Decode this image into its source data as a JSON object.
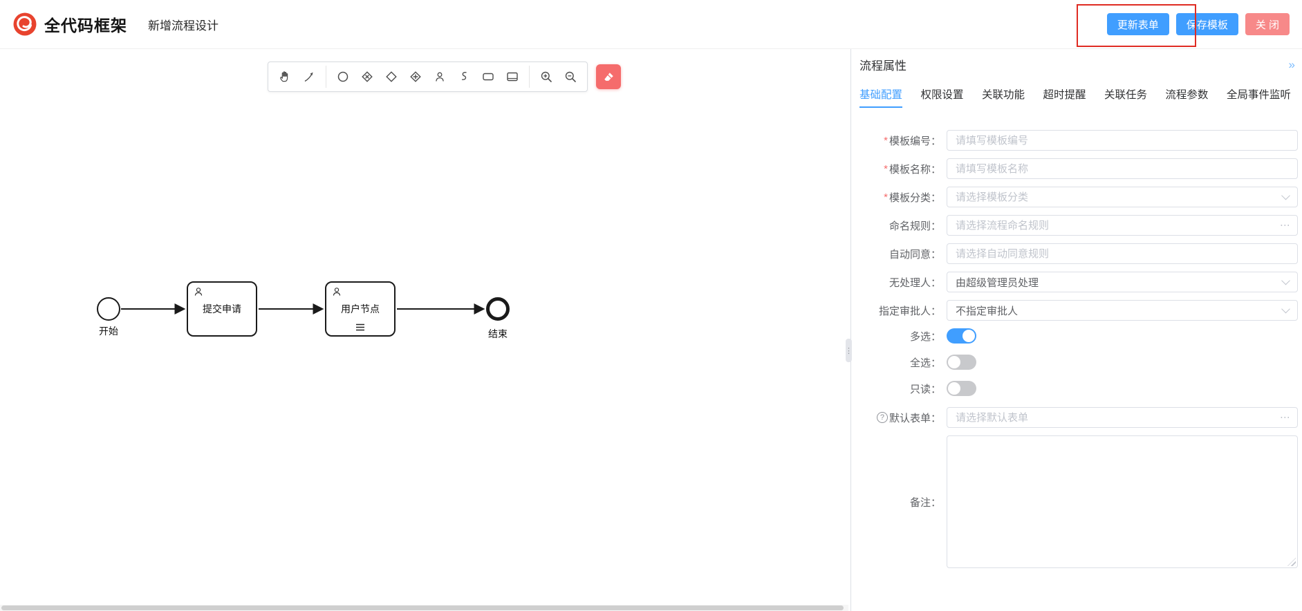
{
  "colors": {
    "primary": "#409eff",
    "danger": "#f56c6c",
    "close_button": "#f78989",
    "annotation": "#df2b22"
  },
  "header": {
    "app_title": "全代码框架",
    "page_title": "新增流程设计",
    "update_form_button": "更新表单",
    "save_template_button": "保存模板",
    "close_button": "关 闭"
  },
  "toolbar": {
    "icons": [
      "hand",
      "global-connect",
      "start-event",
      "exclusive-gateway",
      "gateway",
      "parallel-gateway",
      "user-task",
      "script-task",
      "task",
      "collapsed-subprocess",
      "zoom-in",
      "zoom-out",
      "clear"
    ]
  },
  "canvas": {
    "nodes": [
      {
        "type": "start-event",
        "label": "开始"
      },
      {
        "type": "user-task",
        "label": "提交申请"
      },
      {
        "type": "user-task",
        "label": "用户节点"
      },
      {
        "type": "end-event",
        "label": "结束"
      }
    ]
  },
  "icons": {
    "collapse": "»",
    "more": "⋯",
    "help": "?",
    "drag": "⋮"
  },
  "panel": {
    "title": "流程属性",
    "tabs": [
      {
        "label": "基础配置",
        "active": true
      },
      {
        "label": "权限设置",
        "active": false
      },
      {
        "label": "关联功能",
        "active": false
      },
      {
        "label": "超时提醒",
        "active": false
      },
      {
        "label": "关联任务",
        "active": false
      },
      {
        "label": "流程参数",
        "active": false
      },
      {
        "label": "全局事件监听",
        "active": false
      }
    ],
    "form": {
      "template_code": {
        "req": "*",
        "label": "模板编号：",
        "placeholder": "请填写模板编号"
      },
      "template_name": {
        "req": "*",
        "label": "模板名称：",
        "placeholder": "请填写模板名称"
      },
      "template_category": {
        "req": "*",
        "label": "模板分类：",
        "placeholder": "请选择模板分类"
      },
      "naming_rule": {
        "label": "命名规则：",
        "placeholder": "请选择流程命名规则"
      },
      "auto_agree": {
        "label": "自动同意：",
        "placeholder": "请选择自动同意规则"
      },
      "no_handler": {
        "label": "无处理人：",
        "value": "由超级管理员处理"
      },
      "approver": {
        "label": "指定审批人：",
        "value": "不指定审批人"
      },
      "multi_select": {
        "label": "多选：",
        "on": true
      },
      "select_all": {
        "label": "全选：",
        "on": false
      },
      "read_only": {
        "label": "只读：",
        "on": false
      },
      "default_form": {
        "label": "默认表单：",
        "placeholder": "请选择默认表单"
      },
      "remark": {
        "label": "备注：",
        "value": ""
      }
    }
  }
}
